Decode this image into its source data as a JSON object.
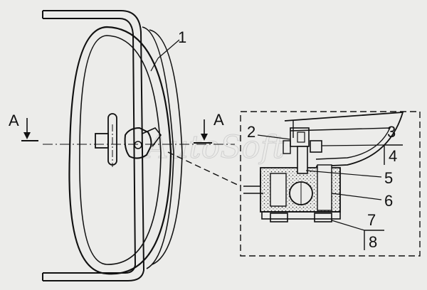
{
  "diagram": {
    "watermark": "AutoSoft",
    "section_marker": "A",
    "callouts": [
      "1",
      "2",
      "3",
      "4",
      "5",
      "6",
      "7",
      "8"
    ]
  }
}
